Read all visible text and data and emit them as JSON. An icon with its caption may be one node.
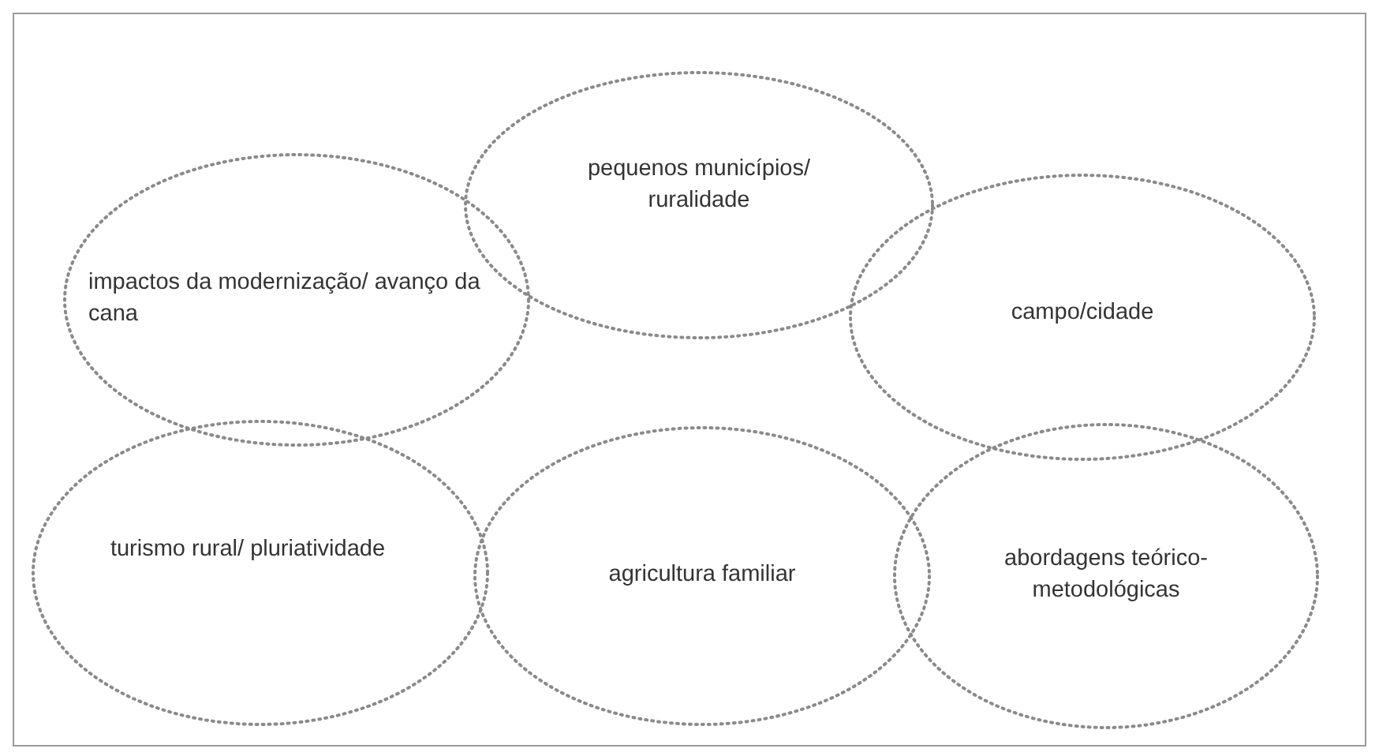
{
  "diagram": {
    "nodes": [
      {
        "text": [
          "pequenos municípios/ ruralidade"
        ]
      },
      {
        "text": [
          "impactos da modernização/ avanço da cana"
        ]
      },
      {
        "text": [
          "campo/cidade"
        ]
      },
      {
        "text": [
          "turismo rural/ pluriatividade"
        ]
      },
      {
        "text": [
          "agricultura familiar"
        ]
      },
      {
        "text": [
          "abordagens teórico-metodológicas"
        ]
      }
    ]
  }
}
